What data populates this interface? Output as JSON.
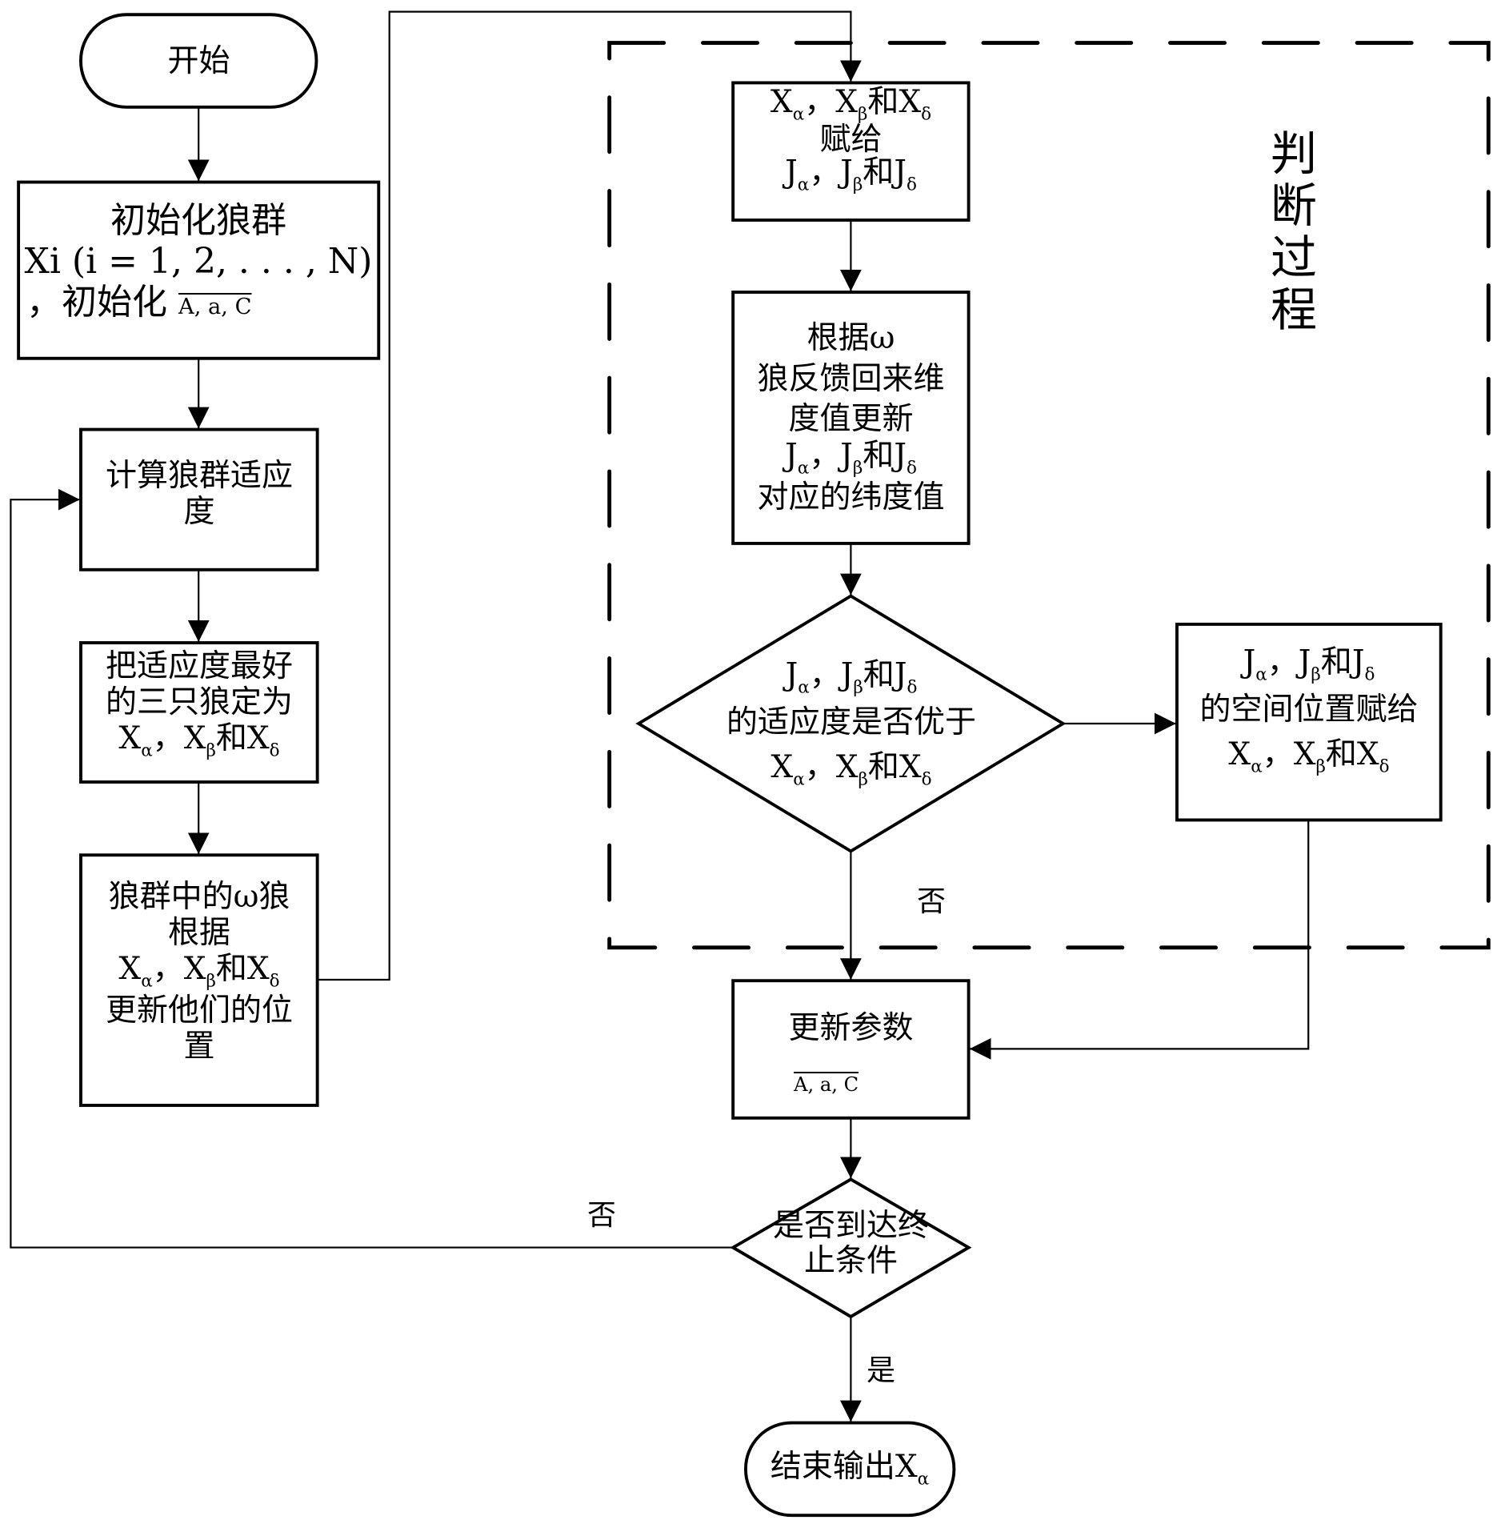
{
  "diagram": {
    "title": "Grey Wolf Optimizer flowchart",
    "colors": {
      "stroke": "#000000",
      "background": "#ffffff"
    },
    "nodes": {
      "start": {
        "text": "开始"
      },
      "init": {
        "line1": "初始化狼群",
        "line2": "Xi (i = 1, 2, . . . , N)",
        "line3_prefix": "，初始化",
        "line3_params": "A, a, C"
      },
      "fitness": {
        "line1": "计算狼群适应",
        "line2": "度"
      },
      "select_best": {
        "line1": "把适应度最好",
        "line2": "的三只狼定为",
        "x": "X",
        "sub_alpha": "α",
        "sub_beta": "β",
        "sub_delta": "δ",
        "sep": "，",
        "and": "和"
      },
      "update_position": {
        "line1": "狼群中的ω狼",
        "line2": "根据",
        "line4": "更新他们的位",
        "line5": "置"
      },
      "assign_j": {
        "middle": "赋给"
      },
      "update_j": {
        "line1": "根据ω",
        "line2": "狼反馈回来维",
        "line3": "度值更新",
        "line5": "对应的纬度值"
      },
      "decision_fitness": {
        "line2": "的适应度是否优于"
      },
      "assign_x": {
        "line2": "的空间位置赋给"
      },
      "update_params": {
        "line1": "更新参数",
        "params": "A, a, C"
      },
      "decision_stop": {
        "line1": "是否到达终",
        "line2": "止条件"
      },
      "end": {
        "text": "结束输出",
        "var": "X",
        "sub": "α"
      }
    },
    "symbols": {
      "X": "X",
      "J": "J",
      "alpha": "α",
      "beta": "β",
      "delta": "δ",
      "comma": "，",
      "and": "和"
    },
    "group": {
      "label": "判断过程"
    },
    "edge_labels": {
      "no_inner": "否",
      "no_loop": "否",
      "yes": "是"
    }
  }
}
